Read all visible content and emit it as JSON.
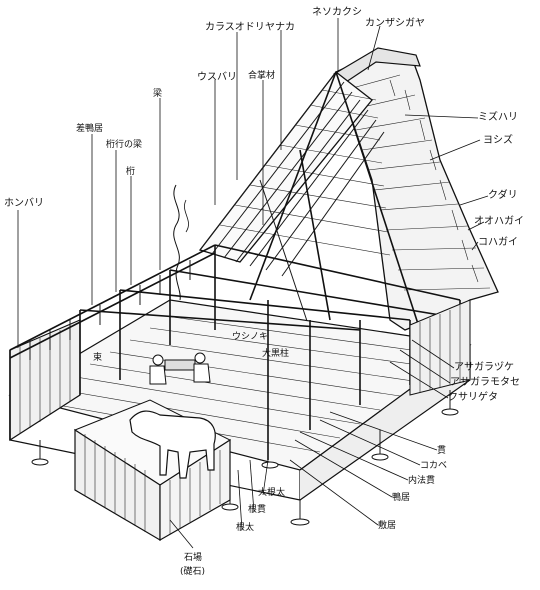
{
  "labels": {
    "nesokakushi": "ネソカクシ",
    "kanzashigaya": "カンザシガヤ",
    "karasuodori": "カラスオドリ",
    "yanaka": "ヤナカ",
    "usubari": "ウスバリ",
    "gassho": "合掌材",
    "hari": "梁",
    "sashikamoi": "差鴨居",
    "ketanohari": "桁行の梁",
    "keta": "桁",
    "honbari": "ホンバリ",
    "mizuhari": "ミズハリ",
    "yoshizu": "ヨシズ",
    "kudari": "クダリ",
    "ohagai": "オオハガイ",
    "kohagai": "コハガイ",
    "asagarazuke": "アサガラヅケ",
    "asagaramotase": "アサガラモタセ",
    "kusarigeta": "クサリゲタ",
    "tsuka": "束",
    "ushinoki": "ウシノキ",
    "daikokubashira": "大黒柱",
    "nuki": "貫",
    "kokabe": "コカベ",
    "uchinorinuki": "内法貫",
    "kamoi": "鴨居",
    "ohneda": "大根太",
    "nenuki": "根貫",
    "neda": "根太",
    "shikii": "敷居",
    "ishiba": "石場",
    "ishiba_note": "(礎石)"
  }
}
